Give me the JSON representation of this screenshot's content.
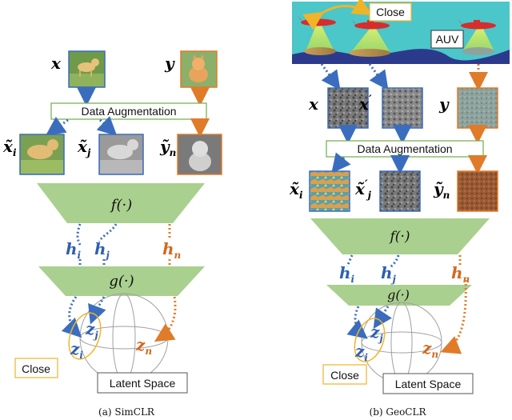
{
  "panels": {
    "simclr": {
      "caption": "(a) SimCLR",
      "x_label": "x",
      "y_label": "y",
      "augment_label": "Data Augmentation",
      "xi_label": "x̃",
      "xi_sub": "i",
      "xj_label": "x̃",
      "xj_sub": "j",
      "yn_label": "ỹ",
      "yn_sub": "n",
      "f_label": "f(·)",
      "g_label": "g(·)",
      "hi_label": "h",
      "hi_sub": "i",
      "hj_label": "h",
      "hj_sub": "j",
      "hn_label": "h",
      "hn_sub": "n",
      "zi_label": "z",
      "zi_sub": "i",
      "zj_label": "z",
      "zj_sub": "j",
      "zn_label": "z",
      "zn_sub": "n",
      "close_label": "Close",
      "latent_label": "Latent Space"
    },
    "geoclr": {
      "caption": "(b) GeoCLR",
      "close_top_label": "Close",
      "auv_label": "AUV",
      "x_label": "x",
      "xp_label": "x",
      "xp_prime": "′",
      "y_label": "y",
      "augment_label": "Data Augmentation",
      "xi_label": "x̃",
      "xi_sub": "i",
      "xpj_label": "x̃",
      "xpj_prime": "′",
      "xpj_sub": "j",
      "yn_label": "ỹ",
      "yn_sub": "n",
      "f_label": "f(·)",
      "g_label": "g(·)",
      "hi_label": "h",
      "hi_sub": "i",
      "hj_label": "h",
      "hj_sub": "j",
      "hn_label": "h",
      "hn_sub": "n",
      "zi_label": "z",
      "zi_sub": "i",
      "zj_label": "z",
      "zj_sub": "j",
      "zn_label": "z",
      "zn_sub": "n",
      "close_label": "Close",
      "latent_label": "Latent Space"
    }
  },
  "colors": {
    "anchor_arrow": "#3b6dbf",
    "negative_arrow": "#e07b2a",
    "encoder_fill": "#a9d08e",
    "augment_border": "#70ad47",
    "close_border": "#f0b429",
    "sea_color": "#4bc6c9",
    "auv_color": "#d62d2d"
  }
}
